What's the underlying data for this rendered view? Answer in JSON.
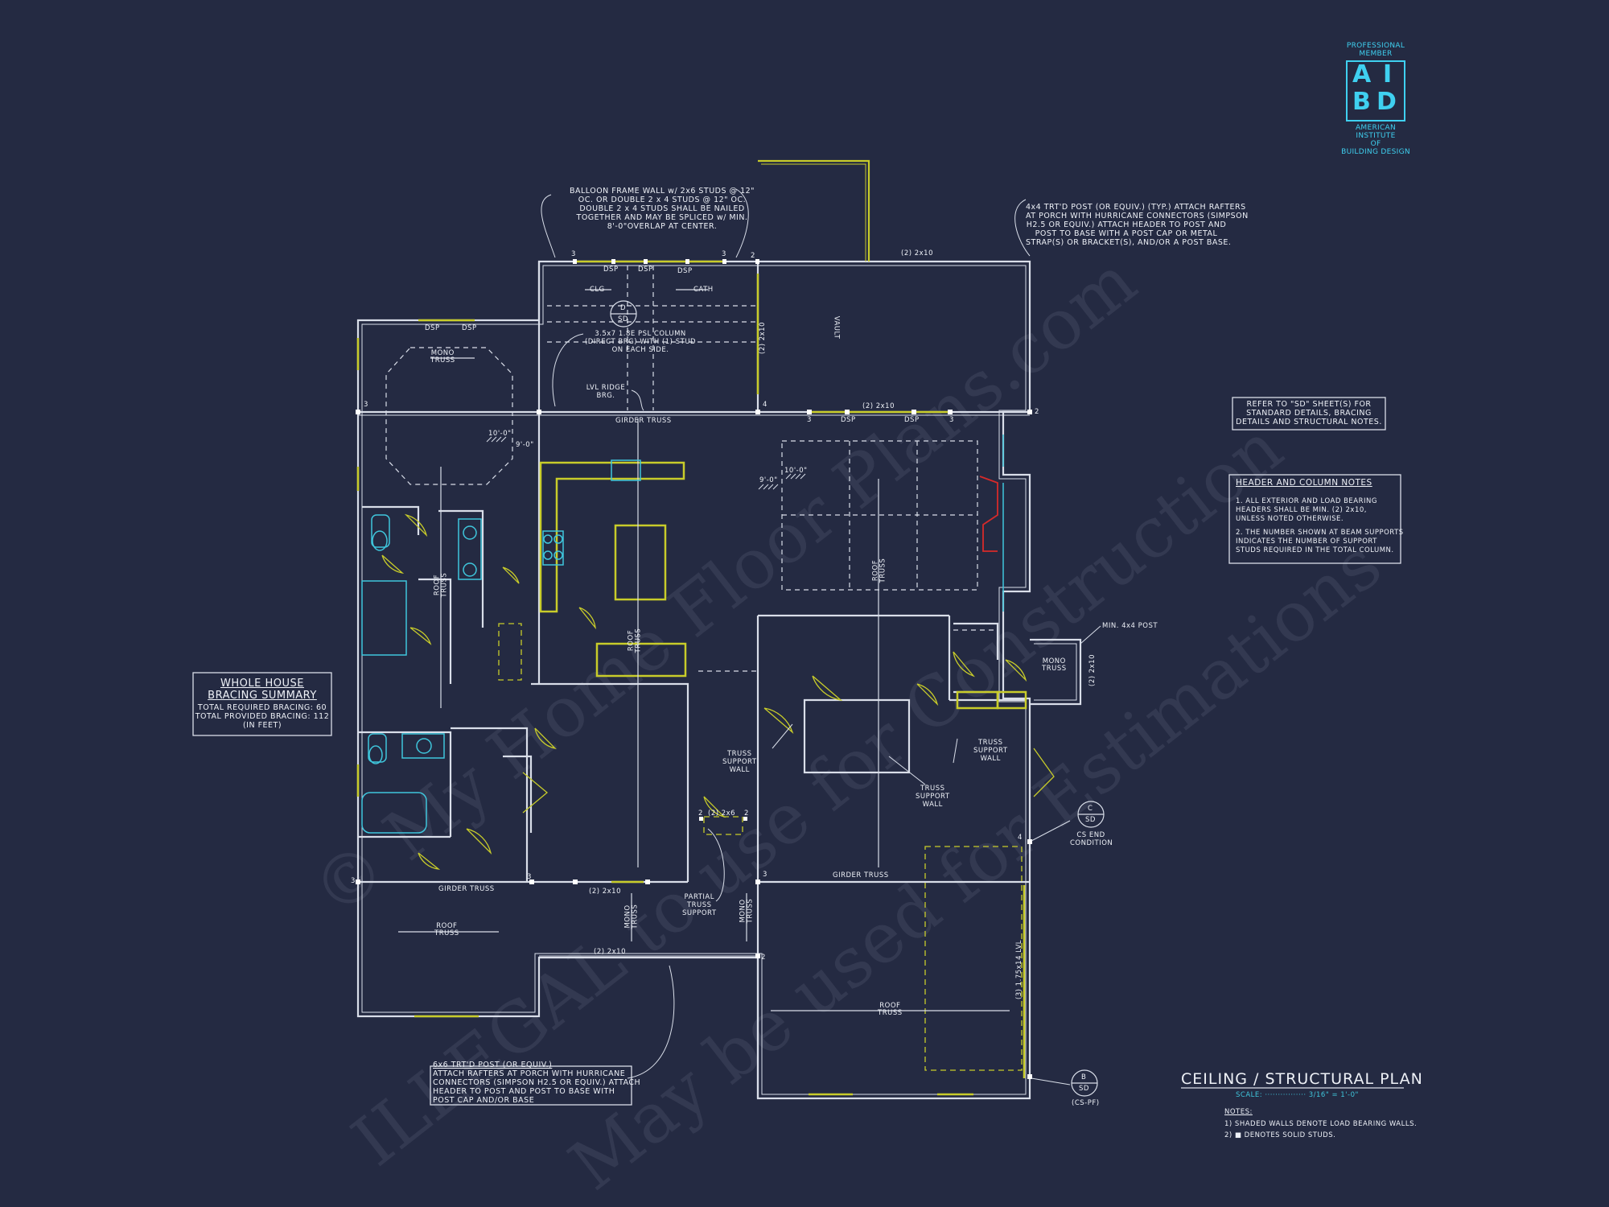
{
  "logo": {
    "top_caption": [
      "PROFESSIONAL",
      "MEMBER"
    ],
    "letters": [
      "A",
      "I",
      "B",
      "D"
    ],
    "bottom_caption": [
      "AMERICAN INSTITUTE",
      "OF",
      "BUILDING DESIGN"
    ]
  },
  "watermark": {
    "line1": "© My Home Floor Plans.com",
    "line2": "ILLEGAL to use for Construction",
    "line3": "May be used for Estimations"
  },
  "notes": {
    "balloon_frame": [
      "BALLOON FRAME WALL w/ 2x6 STUDS @ 12\"",
      "OC. OR DOUBLE 2 x 4 STUDS @ 12\" OC.",
      "DOUBLE 2 x 4 STUDS SHALL BE NAILED",
      "TOGETHER AND MAY BE SPLICED w/ MIN.",
      "8'-0\"OVERLAP AT CENTER."
    ],
    "porch_post_top": [
      "4x4 TRT'D POST (OR EQUIV.) (TYP.) ATTACH RAFTERS",
      "AT PORCH WITH HURRICANE CONNECTORS (SIMPSON",
      "H2.5 OR EQUIV.) ATTACH HEADER TO POST AND",
      "POST TO BASE WITH A POST CAP OR METAL",
      "STRAP(S) OR BRACKET(S), AND/OR A POST BASE."
    ],
    "refer_sd": [
      "REFER TO \"SD\" SHEET(S) FOR",
      "STANDARD DETAILS, BRACING",
      "DETAILS AND STRUCTURAL NOTES."
    ],
    "header_column_title": "HEADER AND COLUMN NOTES",
    "header_column_items": [
      "1.  ALL EXTERIOR AND LOAD BEARING",
      "     HEADERS SHALL BE MIN. (2) 2x10,",
      "     UNLESS NOTED OTHERWISE.",
      "",
      "2.  THE NUMBER SHOWN AT BEAM SUPPORTS",
      "     INDICATES THE NUMBER OF SUPPORT",
      "     STUDS REQUIRED IN THE TOTAL COLUMN."
    ],
    "bracing_title": [
      "WHOLE HOUSE",
      "BRACING SUMMARY"
    ],
    "bracing_lines": [
      "TOTAL REQUIRED BRACING: 60",
      "TOTAL PROVIDED BRACING: 112",
      "(IN FEET)"
    ],
    "psl_column": [
      "3.5x7 1.8E PSL COLUMN",
      "(DIRECT BRG) WITH (1) STUD",
      "ON EACH SIDE."
    ],
    "lvl_ridge": [
      "LVL RIDGE",
      "BRG."
    ],
    "porch_post_bottom": [
      "6x6 TRT'D POST (OR EQUIV.)",
      "ATTACH RAFTERS AT PORCH WITH HURRICANE",
      "CONNECTORS (SIMPSON H2.5 OR EQUIV.) ATTACH",
      "HEADER TO POST AND POST TO BASE WITH",
      "POST CAP AND/OR BASE"
    ],
    "min_post": "MIN. 4x4 POST",
    "cs_end": [
      "CS END",
      "CONDITION"
    ]
  },
  "title_block": {
    "title": "CEILING / STRUCTURAL PLAN",
    "scale_label": "SCALE: ················ 3/16\" = 1'-0\"",
    "notes_heading": "NOTES:",
    "notes": [
      "1) SHADED WALLS DENOTE LOAD BEARING WALLS.",
      "2) ■ DENOTES SOLID STUDS."
    ]
  },
  "plan_labels": {
    "dsp": "DSP",
    "girder_truss": "GIRDER TRUSS",
    "roof_truss": [
      "ROOF",
      "TRUSS"
    ],
    "mono_truss": [
      "MONO",
      "TRUSS"
    ],
    "two_2x10": "(2) 2x10",
    "two_2x6": "(2) 2x6",
    "lvl_3": "(3) 1.75x14 LVL",
    "truss_support_wall": [
      "TRUSS",
      "SUPPORT",
      "WALL"
    ],
    "partial_truss_support": [
      "PARTIAL",
      "TRUSS",
      "SUPPORT"
    ],
    "vault": "VAULT",
    "clg": "CLG",
    "cath": "CATH",
    "ceiling_10": "10'-0\"",
    "ceiling_9": "9'-0\"",
    "section_d": [
      "D",
      "SD"
    ],
    "section_c": [
      "C",
      "SD"
    ],
    "section_b": [
      "B",
      "SD"
    ],
    "cs_pf": "(CS-PF)",
    "stud_counts": [
      "2",
      "3",
      "4"
    ]
  },
  "colors": {
    "background": "#242a42",
    "wall": "#d9dee9",
    "load_bearing": "#c8cc2a",
    "fixture": "#3fc6dc",
    "accent_red": "#d62a2a",
    "logo": "#3fd0f0"
  }
}
